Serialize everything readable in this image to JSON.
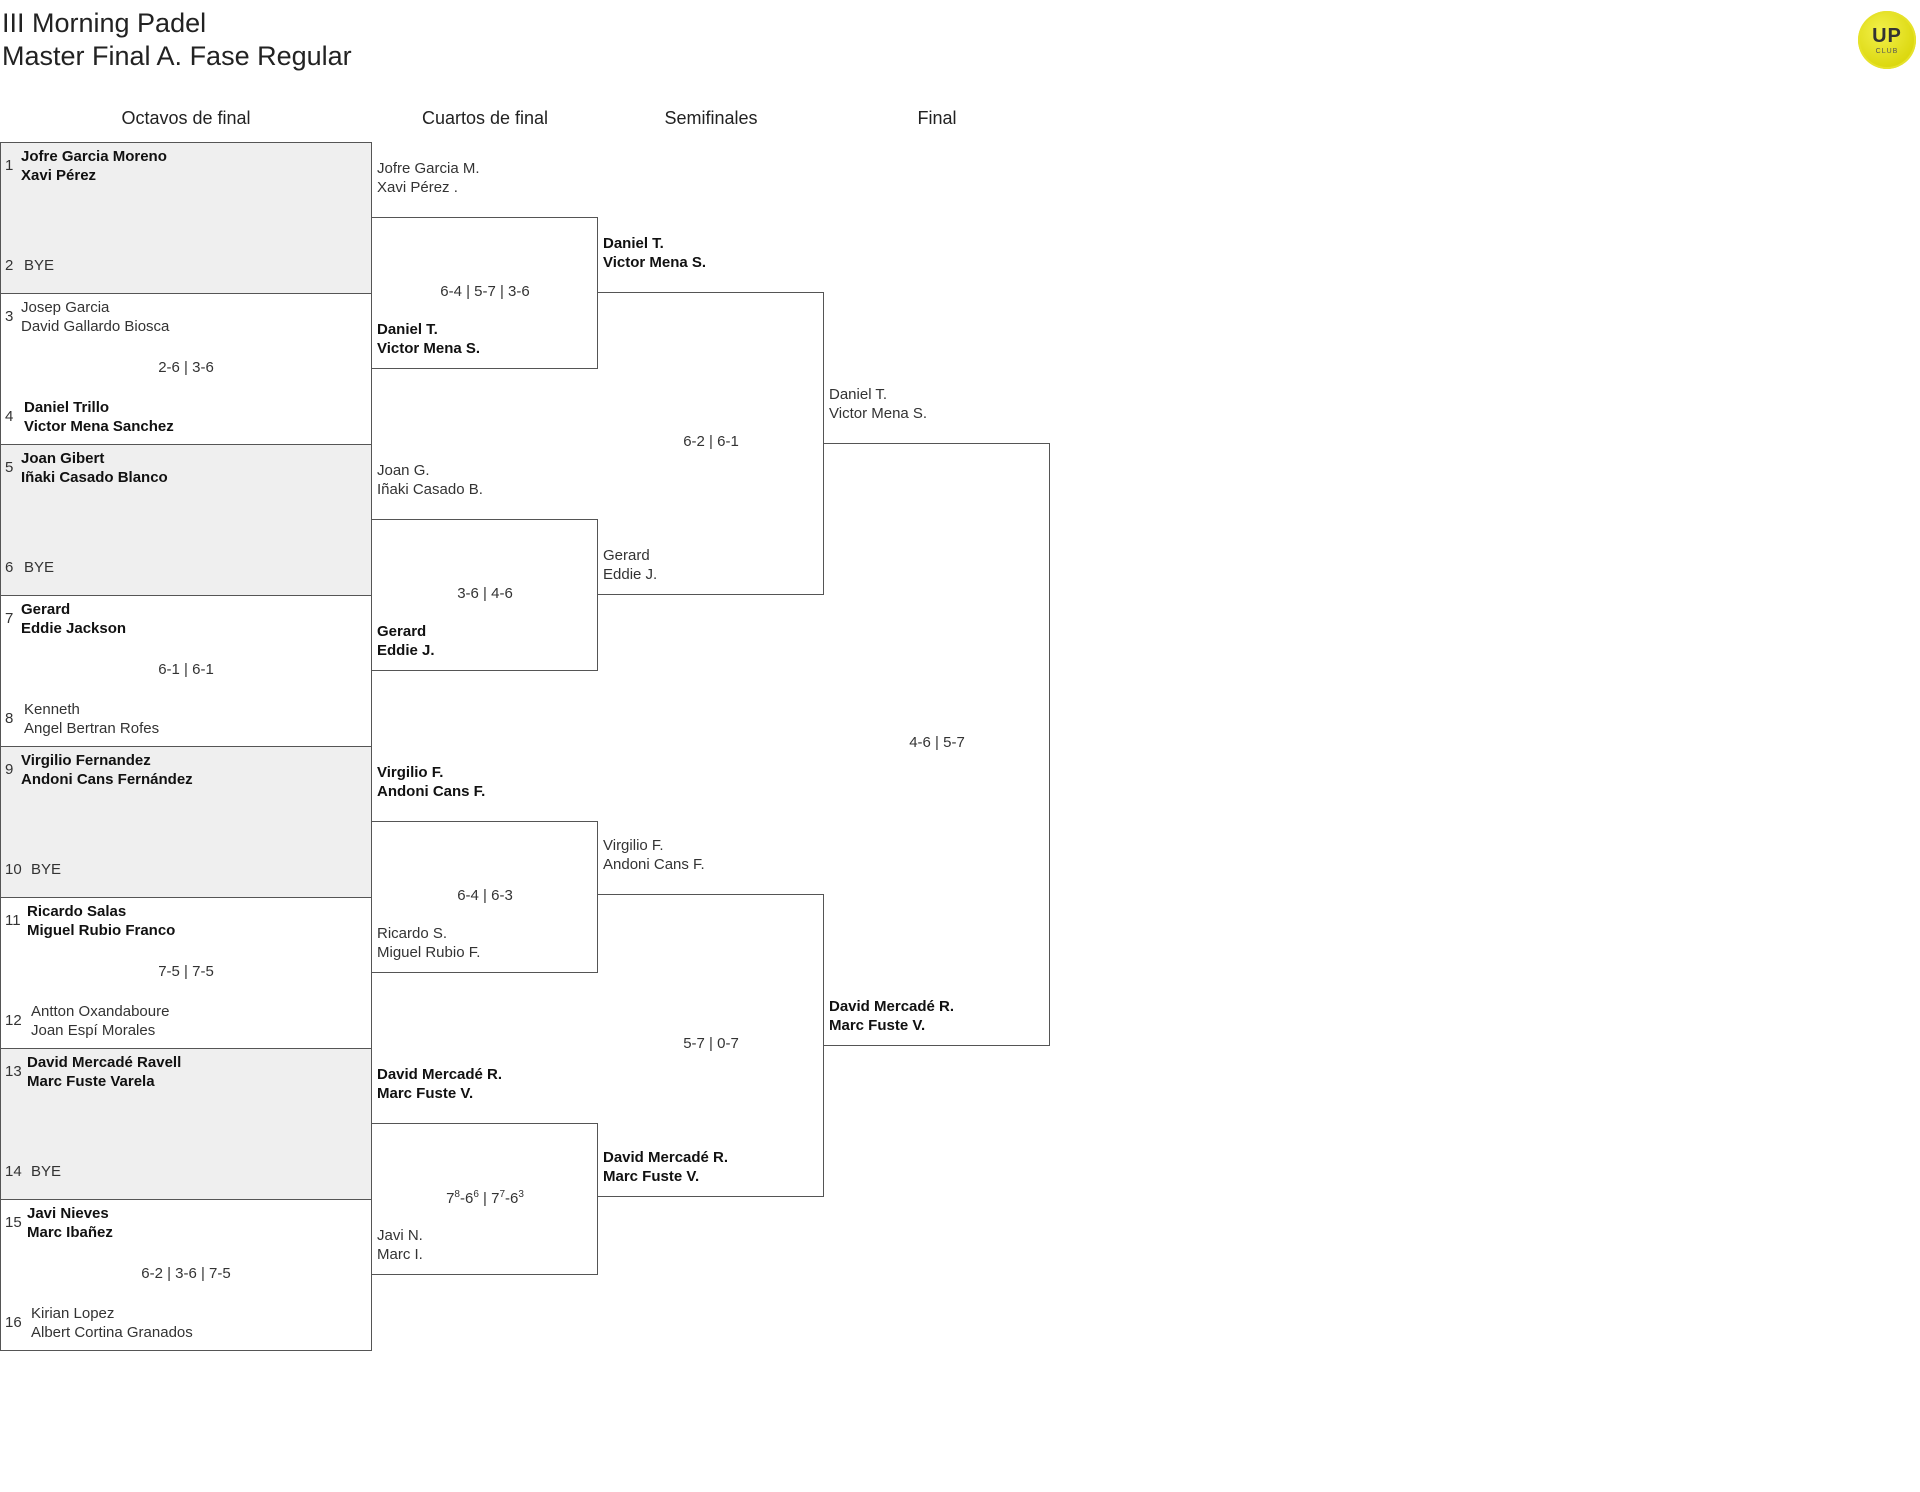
{
  "title_line1": "III Morning Padel",
  "title_line2": "Master Final A. Fase Regular",
  "logo": {
    "text": "UP",
    "sub": "CLUB",
    "color": "#e0dc1a"
  },
  "rounds": [
    "Octavos de final",
    "Cuartos de final",
    "Semifinales",
    "Final"
  ],
  "r16": [
    {
      "bye": true,
      "top": {
        "seed": "1",
        "players": [
          "Jofre Garcia Moreno",
          "Xavi Pérez"
        ],
        "win": true
      },
      "bottom": {
        "seed": "2",
        "bye_label": "BYE"
      }
    },
    {
      "bye": false,
      "score": "2-6 | 3-6",
      "top": {
        "seed": "3",
        "players": [
          "Josep Garcia",
          "David Gallardo Biosca"
        ],
        "win": false
      },
      "bottom": {
        "seed": "4",
        "players": [
          "Daniel Trillo",
          "Victor Mena Sanchez"
        ],
        "win": true
      }
    },
    {
      "bye": true,
      "top": {
        "seed": "5",
        "players": [
          "Joan Gibert",
          "Iñaki Casado Blanco"
        ],
        "win": true
      },
      "bottom": {
        "seed": "6",
        "bye_label": "BYE"
      }
    },
    {
      "bye": false,
      "score": "6-1 | 6-1",
      "top": {
        "seed": "7",
        "players": [
          "Gerard",
          "Eddie Jackson"
        ],
        "win": true
      },
      "bottom": {
        "seed": "8",
        "players": [
          "Kenneth",
          "Angel Bertran Rofes"
        ],
        "win": false
      }
    },
    {
      "bye": true,
      "top": {
        "seed": "9",
        "players": [
          "Virgilio Fernandez",
          "Andoni Cans Fernández"
        ],
        "win": true
      },
      "bottom": {
        "seed": "10",
        "bye_label": "BYE"
      }
    },
    {
      "bye": false,
      "score": "7-5 | 7-5",
      "top": {
        "seed": "11",
        "players": [
          "Ricardo Salas",
          "Miguel Rubio Franco"
        ],
        "win": true
      },
      "bottom": {
        "seed": "12",
        "players": [
          "Antton Oxandaboure",
          "Joan Espí Morales"
        ],
        "win": false
      }
    },
    {
      "bye": true,
      "top": {
        "seed": "13",
        "players": [
          "David Mercadé Ravell",
          "Marc Fuste Varela"
        ],
        "win": true
      },
      "bottom": {
        "seed": "14",
        "bye_label": "BYE"
      }
    },
    {
      "bye": false,
      "score": "6-2 | 3-6 | 7-5",
      "top": {
        "seed": "15",
        "players": [
          "Javi Nieves",
          "Marc Ibañez"
        ],
        "win": true
      },
      "bottom": {
        "seed": "16",
        "players": [
          "Kirian Lopez",
          "Albert Cortina Granados"
        ],
        "win": false
      }
    }
  ],
  "qf": [
    {
      "score": "6-4 | 5-7 | 3-6",
      "top": {
        "players": [
          "Jofre Garcia M.",
          "Xavi Pérez ."
        ],
        "win": false
      },
      "bottom": {
        "players": [
          "Daniel T.",
          "Victor Mena S."
        ],
        "win": true
      }
    },
    {
      "score": "3-6 | 4-6",
      "top": {
        "players": [
          "Joan G.",
          "Iñaki Casado B."
        ],
        "win": false
      },
      "bottom": {
        "players": [
          "Gerard",
          "Eddie J."
        ],
        "win": true
      }
    },
    {
      "score": "6-4 | 6-3",
      "top": {
        "players": [
          "Virgilio F.",
          "Andoni Cans F."
        ],
        "win": true
      },
      "bottom": {
        "players": [
          "Ricardo S.",
          "Miguel Rubio F."
        ],
        "win": false
      }
    },
    {
      "score_parts": [
        "7",
        "8",
        "-6",
        "6",
        " | 7",
        "7",
        "-6",
        "3"
      ],
      "top": {
        "players": [
          "David Mercadé R.",
          "Marc Fuste V."
        ],
        "win": true
      },
      "bottom": {
        "players": [
          "Javi N.",
          "Marc I."
        ],
        "win": false
      }
    }
  ],
  "sf": [
    {
      "score": "6-2 | 6-1",
      "top": {
        "players": [
          "Daniel T.",
          "Victor Mena S."
        ],
        "win": true
      },
      "bottom": {
        "players": [
          "Gerard",
          "Eddie J."
        ],
        "win": false
      }
    },
    {
      "score": "5-7 | 0-7",
      "top": {
        "players": [
          "Virgilio F.",
          "Andoni Cans F."
        ],
        "win": false
      },
      "bottom": {
        "players": [
          "David Mercadé R.",
          "Marc Fuste V."
        ],
        "win": true
      }
    }
  ],
  "final": {
    "score": "4-6 | 5-7",
    "top": {
      "players": [
        "Daniel T.",
        "Victor Mena S."
      ],
      "win": false
    },
    "bottom": {
      "players": [
        "David Mercadé R.",
        "Marc Fuste V."
      ],
      "win": true
    }
  }
}
